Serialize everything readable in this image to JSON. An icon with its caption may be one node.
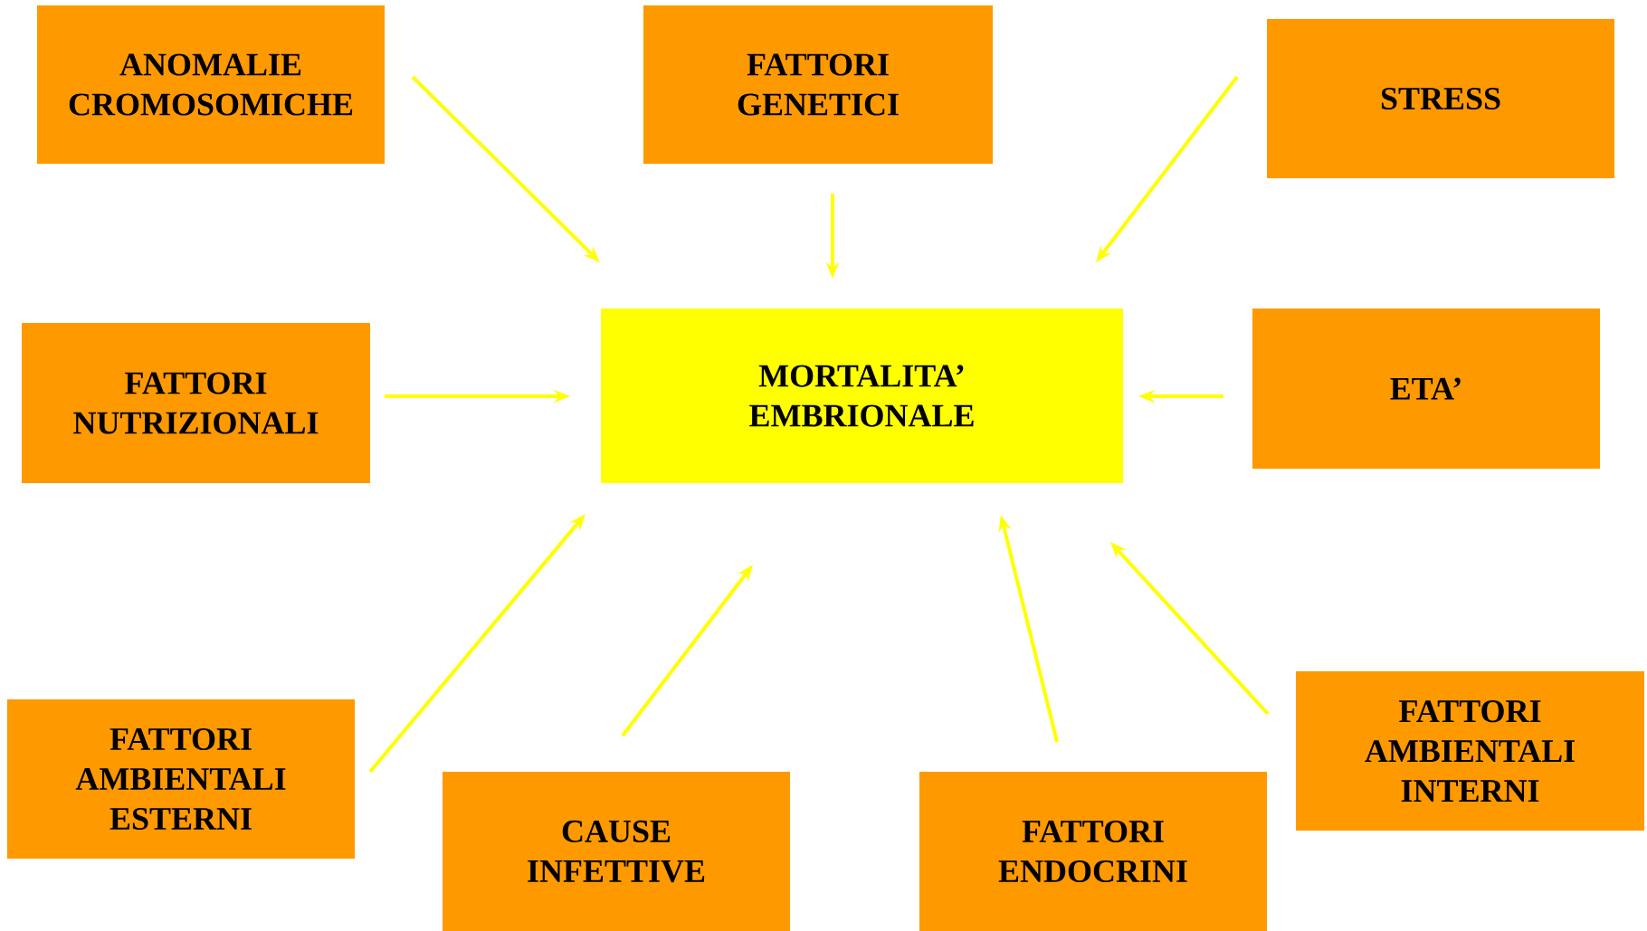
{
  "diagram": {
    "nodes": [
      {
        "text": [
          "ANOMALIE CROMOSOMICHE"
        ]
      },
      {
        "text": [
          "FATTORI GENETICI"
        ]
      },
      {
        "text": [
          "STRESS"
        ]
      },
      {
        "text": [
          "FATTORI NUTRIZIONALI"
        ]
      },
      {
        "text": [
          "MORTALITA’ EMBRIONALE"
        ]
      },
      {
        "text": [
          "ETA’"
        ]
      },
      {
        "text": [
          "FATTORI AMBIENTALI ESTERNI"
        ]
      },
      {
        "text": [
          "CAUSE INFETTIVE"
        ]
      },
      {
        "text": [
          "FATTORI ENDOCRINI"
        ]
      },
      {
        "text": [
          "FATTORI AMBIENTALI INTERNI"
        ]
      }
    ],
    "edges": [
      {
        "from": 0,
        "to": 4,
        "arrow": "to"
      },
      {
        "from": 1,
        "to": 4,
        "arrow": "to"
      },
      {
        "from": 2,
        "to": 4,
        "arrow": "to"
      },
      {
        "from": 3,
        "to": 4,
        "arrow": "to"
      },
      {
        "from": 5,
        "to": 4,
        "arrow": "to"
      },
      {
        "from": 6,
        "to": 4,
        "arrow": "to"
      },
      {
        "from": 7,
        "to": 4,
        "arrow": "to"
      },
      {
        "from": 8,
        "to": 4,
        "arrow": "to"
      },
      {
        "from": 9,
        "to": 4,
        "arrow": "to"
      }
    ]
  }
}
